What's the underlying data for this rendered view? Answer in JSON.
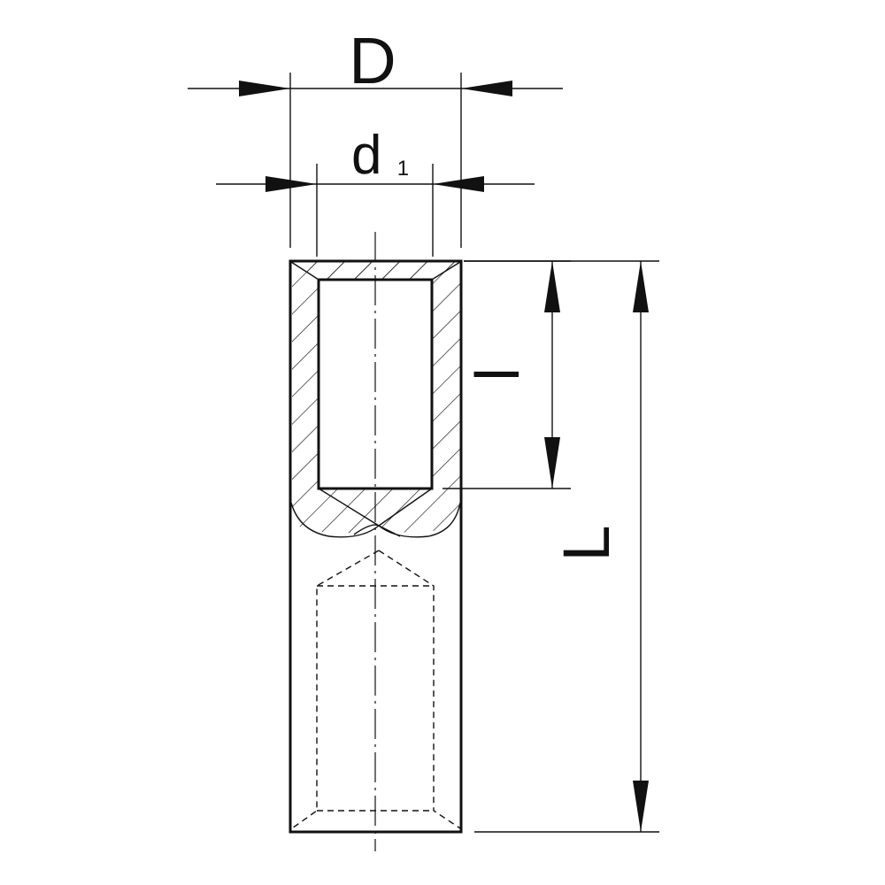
{
  "labels": {
    "outer_diameter": "D",
    "bore_diameter_main": "d",
    "bore_diameter_sub": "1",
    "bore_depth": "l",
    "total_length": "L"
  }
}
